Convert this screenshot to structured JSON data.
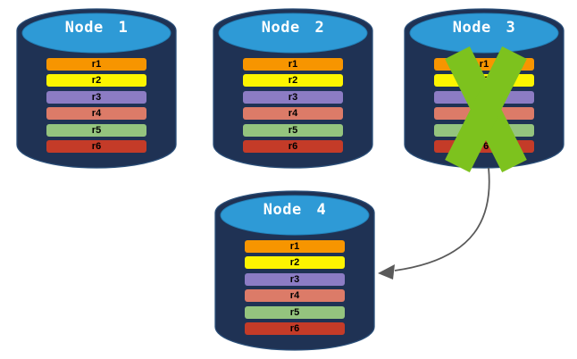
{
  "diagram": {
    "nodes": [
      {
        "label": "Node 1",
        "status": "healthy",
        "replicas": [
          "r1",
          "r2",
          "r3",
          "r4",
          "r5",
          "r6"
        ]
      },
      {
        "label": "Node 2",
        "status": "healthy",
        "replicas": [
          "r1",
          "r2",
          "r3",
          "r4",
          "r5",
          "r6"
        ]
      },
      {
        "label": "Node 3",
        "status": "failed",
        "replicas": [
          "r1",
          "r2",
          "r3",
          "r4",
          "r5",
          "r6"
        ]
      },
      {
        "label": "Node 4",
        "status": "healthy",
        "replicas": [
          "r1",
          "r2",
          "r3",
          "r4",
          "r5",
          "r6"
        ]
      }
    ],
    "arrow": {
      "from": "Node 3",
      "to": "Node 4"
    },
    "replica_colors": {
      "r1": "#F79500",
      "r2": "#FDF400",
      "r3": "#8C7CC4",
      "r4": "#DC7B68",
      "r5": "#94C47E",
      "r6": "#C43B28"
    },
    "colors": {
      "cylinder_body": "#1F3254",
      "cylinder_edge": "#2A4E78",
      "cylinder_top": "#2E9AD6",
      "cylinder_top_edge": "#2380B8",
      "failure_x": "#7DC21E",
      "arrow": "#5A5A5A",
      "title_text": "#FFFFFF",
      "bar_text": "#000000",
      "background": "#FFFFFF"
    }
  }
}
